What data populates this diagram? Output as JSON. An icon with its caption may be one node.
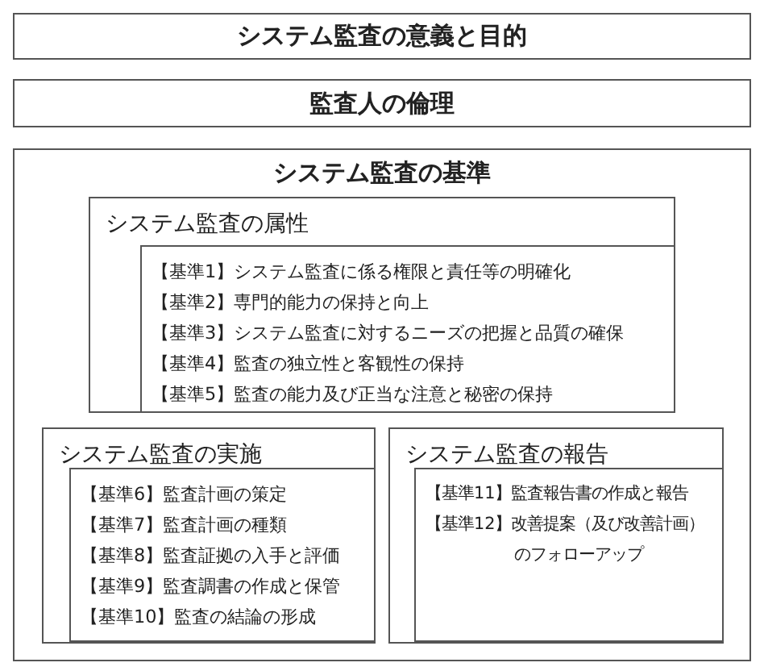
{
  "diagram": {
    "nodes": [
      {
        "text": [
          "システム監査の意義と目的"
        ]
      },
      {
        "text": [
          "監査人の倫理"
        ]
      },
      {
        "text": [
          "システム監査の基準"
        ]
      },
      {
        "text": [
          "システム監査の属性"
        ],
        "in": 2
      },
      {
        "text": [
          "【基準1】システム監査に係る権限と責任等の明確化",
          "【基準2】専門的能力の保持と向上",
          "【基準3】システム監査に対するニーズの把握と品質の確保",
          "【基準4】監査の独立性と客観性の保持",
          "【基準5】監査の能力及び正当な注意と秘密の保持"
        ],
        "in": 3
      },
      {
        "text": [
          "システム監査の実施"
        ],
        "in": 2
      },
      {
        "text": [
          "【基準6】監査計画の策定",
          "【基準7】監査計画の種類",
          "【基準8】監査証拠の入手と評価",
          "【基準9】監査調書の作成と保管",
          "【基準10】監査の結論の形成"
        ],
        "in": 5
      },
      {
        "text": [
          "システム監査の報告"
        ],
        "in": 2
      },
      {
        "text": [
          "【基準11】監査報告書の作成と報告",
          "【基準12】改善提案（及び改善計画）のフォローアップ"
        ],
        "in": 7
      }
    ]
  }
}
